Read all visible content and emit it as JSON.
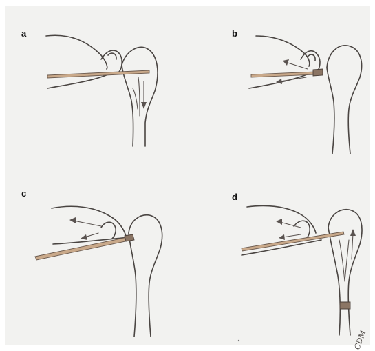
{
  "panels": [
    {
      "id": "a",
      "label": "a"
    },
    {
      "id": "b",
      "label": "b"
    },
    {
      "id": "c",
      "label": "c"
    },
    {
      "id": "d",
      "label": "d"
    }
  ],
  "signature": "CDM"
}
